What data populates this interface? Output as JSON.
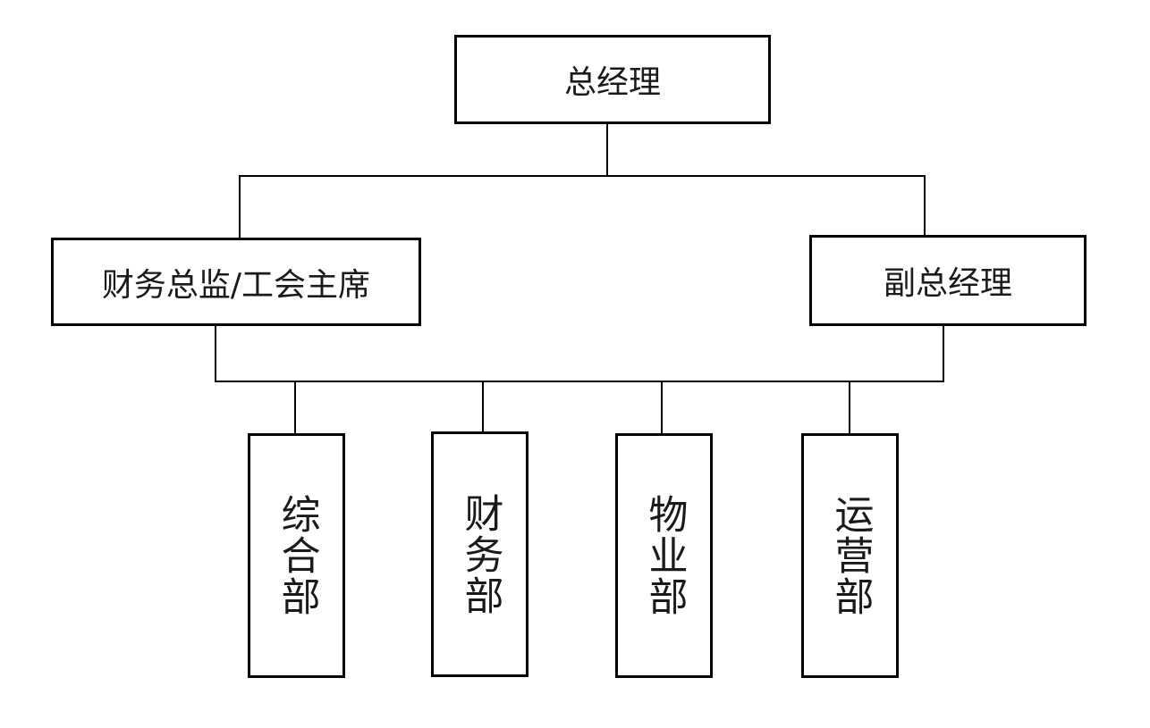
{
  "org_chart": {
    "top": {
      "label": "总经理"
    },
    "second_level": [
      {
        "label": "财务总监/工会主席"
      },
      {
        "label": "副总经理"
      }
    ],
    "departments": [
      {
        "label": "综合部"
      },
      {
        "label": "财务部"
      },
      {
        "label": "物业部"
      },
      {
        "label": "运营部"
      }
    ]
  },
  "colors": {
    "line": "#000000",
    "box_border": "#000000",
    "text": "#1a1a1a",
    "background": "#ffffff"
  }
}
